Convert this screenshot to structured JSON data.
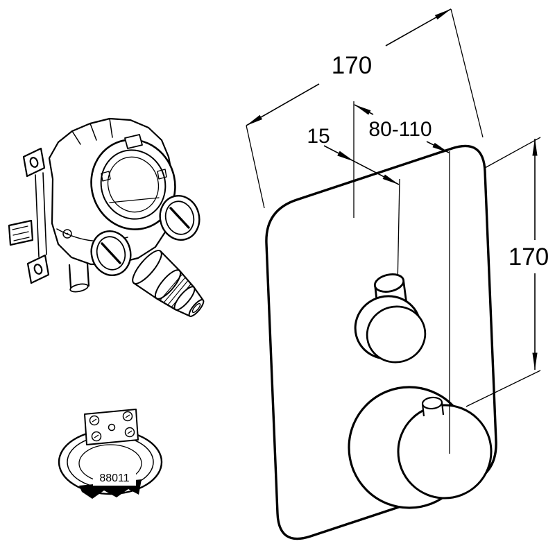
{
  "canvas": {
    "background": "#ffffff",
    "ink": "#000000"
  },
  "drawing": {
    "dim_plate_width": "170",
    "dim_plate_edge_offset": "15",
    "dim_install_depth_range": "80-110",
    "dim_plate_height": "170",
    "escutcheon_part_number": "88011"
  }
}
